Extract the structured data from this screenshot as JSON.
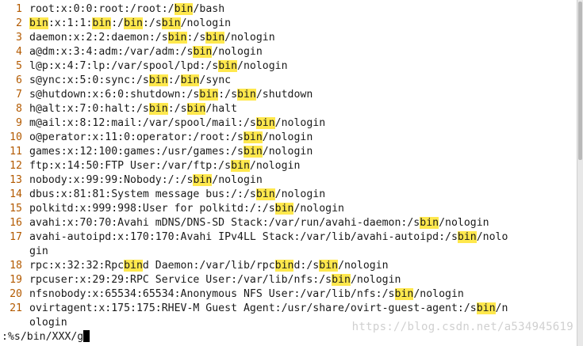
{
  "editor": {
    "search_term": "bin",
    "command_line": ":%s/bin/XXX/g",
    "watermark": "https://blog.csdn.net/a534945619",
    "highlight_color": "#ffe84d",
    "line_number_color": "#b35a00"
  },
  "lines": [
    {
      "num": "1",
      "text": "root:x:0:0:root:/root:/bin/bash"
    },
    {
      "num": "2",
      "text": "bin:x:1:1:bin:/bin:/sbin/nologin"
    },
    {
      "num": "3",
      "text": "daemon:x:2:2:daemon:/sbin:/sbin/nologin"
    },
    {
      "num": "4",
      "text": "a@dm:x:3:4:adm:/var/adm:/sbin/nologin"
    },
    {
      "num": "5",
      "text": "l@p:x:4:7:lp:/var/spool/lpd:/sbin/nologin"
    },
    {
      "num": "6",
      "text": "s@ync:x:5:0:sync:/sbin:/bin/sync"
    },
    {
      "num": "7",
      "text": "s@hutdown:x:6:0:shutdown:/sbin:/sbin/shutdown"
    },
    {
      "num": "8",
      "text": "h@alt:x:7:0:halt:/sbin:/sbin/halt"
    },
    {
      "num": "9",
      "text": "m@ail:x:8:12:mail:/var/spool/mail:/sbin/nologin"
    },
    {
      "num": "10",
      "text": "o@perator:x:11:0:operator:/root:/sbin/nologin"
    },
    {
      "num": "11",
      "text": "games:x:12:100:games:/usr/games:/sbin/nologin"
    },
    {
      "num": "12",
      "text": "ftp:x:14:50:FTP User:/var/ftp:/sbin/nologin"
    },
    {
      "num": "13",
      "text": "nobody:x:99:99:Nobody:/:/sbin/nologin"
    },
    {
      "num": "14",
      "text": "dbus:x:81:81:System message bus:/:/sbin/nologin"
    },
    {
      "num": "15",
      "text": "polkitd:x:999:998:User for polkitd:/:/sbin/nologin"
    },
    {
      "num": "16",
      "text": "avahi:x:70:70:Avahi mDNS/DNS-SD Stack:/var/run/avahi-daemon:/sbin/nologin"
    },
    {
      "num": "17",
      "text": "avahi-autoipd:x:170:170:Avahi IPv4LL Stack:/var/lib/avahi-autoipd:/sbin/nolo"
    },
    {
      "num": "",
      "text": "gin"
    },
    {
      "num": "18",
      "text": "rpc:x:32:32:Rpcbind Daemon:/var/lib/rpcbind:/sbin/nologin"
    },
    {
      "num": "19",
      "text": "rpcuser:x:29:29:RPC Service User:/var/lib/nfs:/sbin/nologin"
    },
    {
      "num": "20",
      "text": "nfsnobody:x:65534:65534:Anonymous NFS User:/var/lib/nfs:/sbin/nologin"
    },
    {
      "num": "21",
      "text": "ovirtagent:x:175:175:RHEV-M Guest Agent:/usr/share/ovirt-guest-agent:/sbin/n"
    },
    {
      "num": "",
      "text": "ologin"
    }
  ]
}
